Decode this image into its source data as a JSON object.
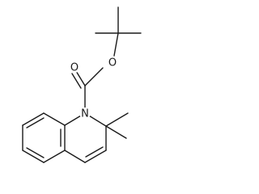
{
  "molecule": {
    "atoms": {
      "oxygen_ester": "O",
      "oxygen_carbonyl": "O",
      "nitrogen": "N"
    }
  },
  "colors": {
    "line": "#1a1a1a",
    "background": "#ffffff"
  }
}
